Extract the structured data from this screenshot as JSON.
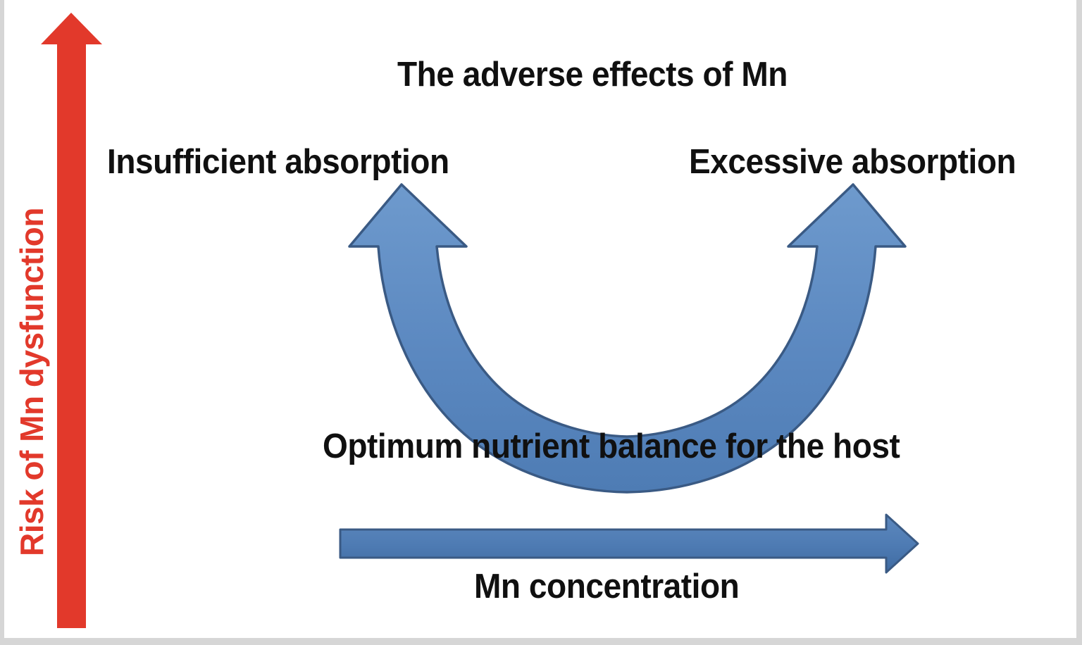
{
  "figure": {
    "title": "The adverse effects of Mn",
    "y_axis_label": "Risk of Mn dysfunction",
    "x_axis_label": "Mn concentration",
    "left_branch_label": "Insufficient absorption",
    "right_branch_label": "Excessive absorption",
    "minimum_label": "Optimum nutrient balance for the host"
  },
  "colors": {
    "risk_arrow": "#e2392b",
    "curve_blue": "#5b88c0",
    "curve_outline": "#3a5a84",
    "axis_arrow_blue": "#4a78b0",
    "text": "#101010",
    "frame": "#d6d6d6",
    "background": "#ffffff"
  },
  "chart_data": {
    "type": "line",
    "title": "The adverse effects of Mn",
    "xlabel": "Mn concentration",
    "ylabel": "Risk of Mn dysfunction",
    "description": "U-shaped dose-response curve drawn as a curved double-headed arrow. Risk of Mn dysfunction is high at both insufficient and excessive Mn absorption and reaches a minimum at the optimum nutrient balance for the host.",
    "grid": false,
    "legend": null,
    "xlim": [
      0,
      1
    ],
    "ylim": [
      0,
      1
    ],
    "annotations": [
      {
        "text": "Insufficient absorption",
        "position": "upper-left",
        "points_to": "left arrowhead"
      },
      {
        "text": "Excessive absorption",
        "position": "upper-right",
        "points_to": "right arrowhead"
      },
      {
        "text": "Optimum nutrient balance for the host",
        "position": "bottom-center",
        "points_to": "curve minimum"
      }
    ],
    "series": [
      {
        "name": "Risk of Mn dysfunction",
        "x": [
          0.0,
          0.1,
          0.2,
          0.3,
          0.4,
          0.5,
          0.6,
          0.7,
          0.8,
          0.9,
          1.0
        ],
        "y": [
          1.0,
          0.7,
          0.44,
          0.24,
          0.1,
          0.02,
          0.06,
          0.19,
          0.4,
          0.68,
          1.0
        ]
      }
    ]
  },
  "icons": {
    "risk_arrow": "up-arrow-icon",
    "concentration_arrow": "right-arrow-icon",
    "u_curve": "curved-double-arrow-icon"
  }
}
